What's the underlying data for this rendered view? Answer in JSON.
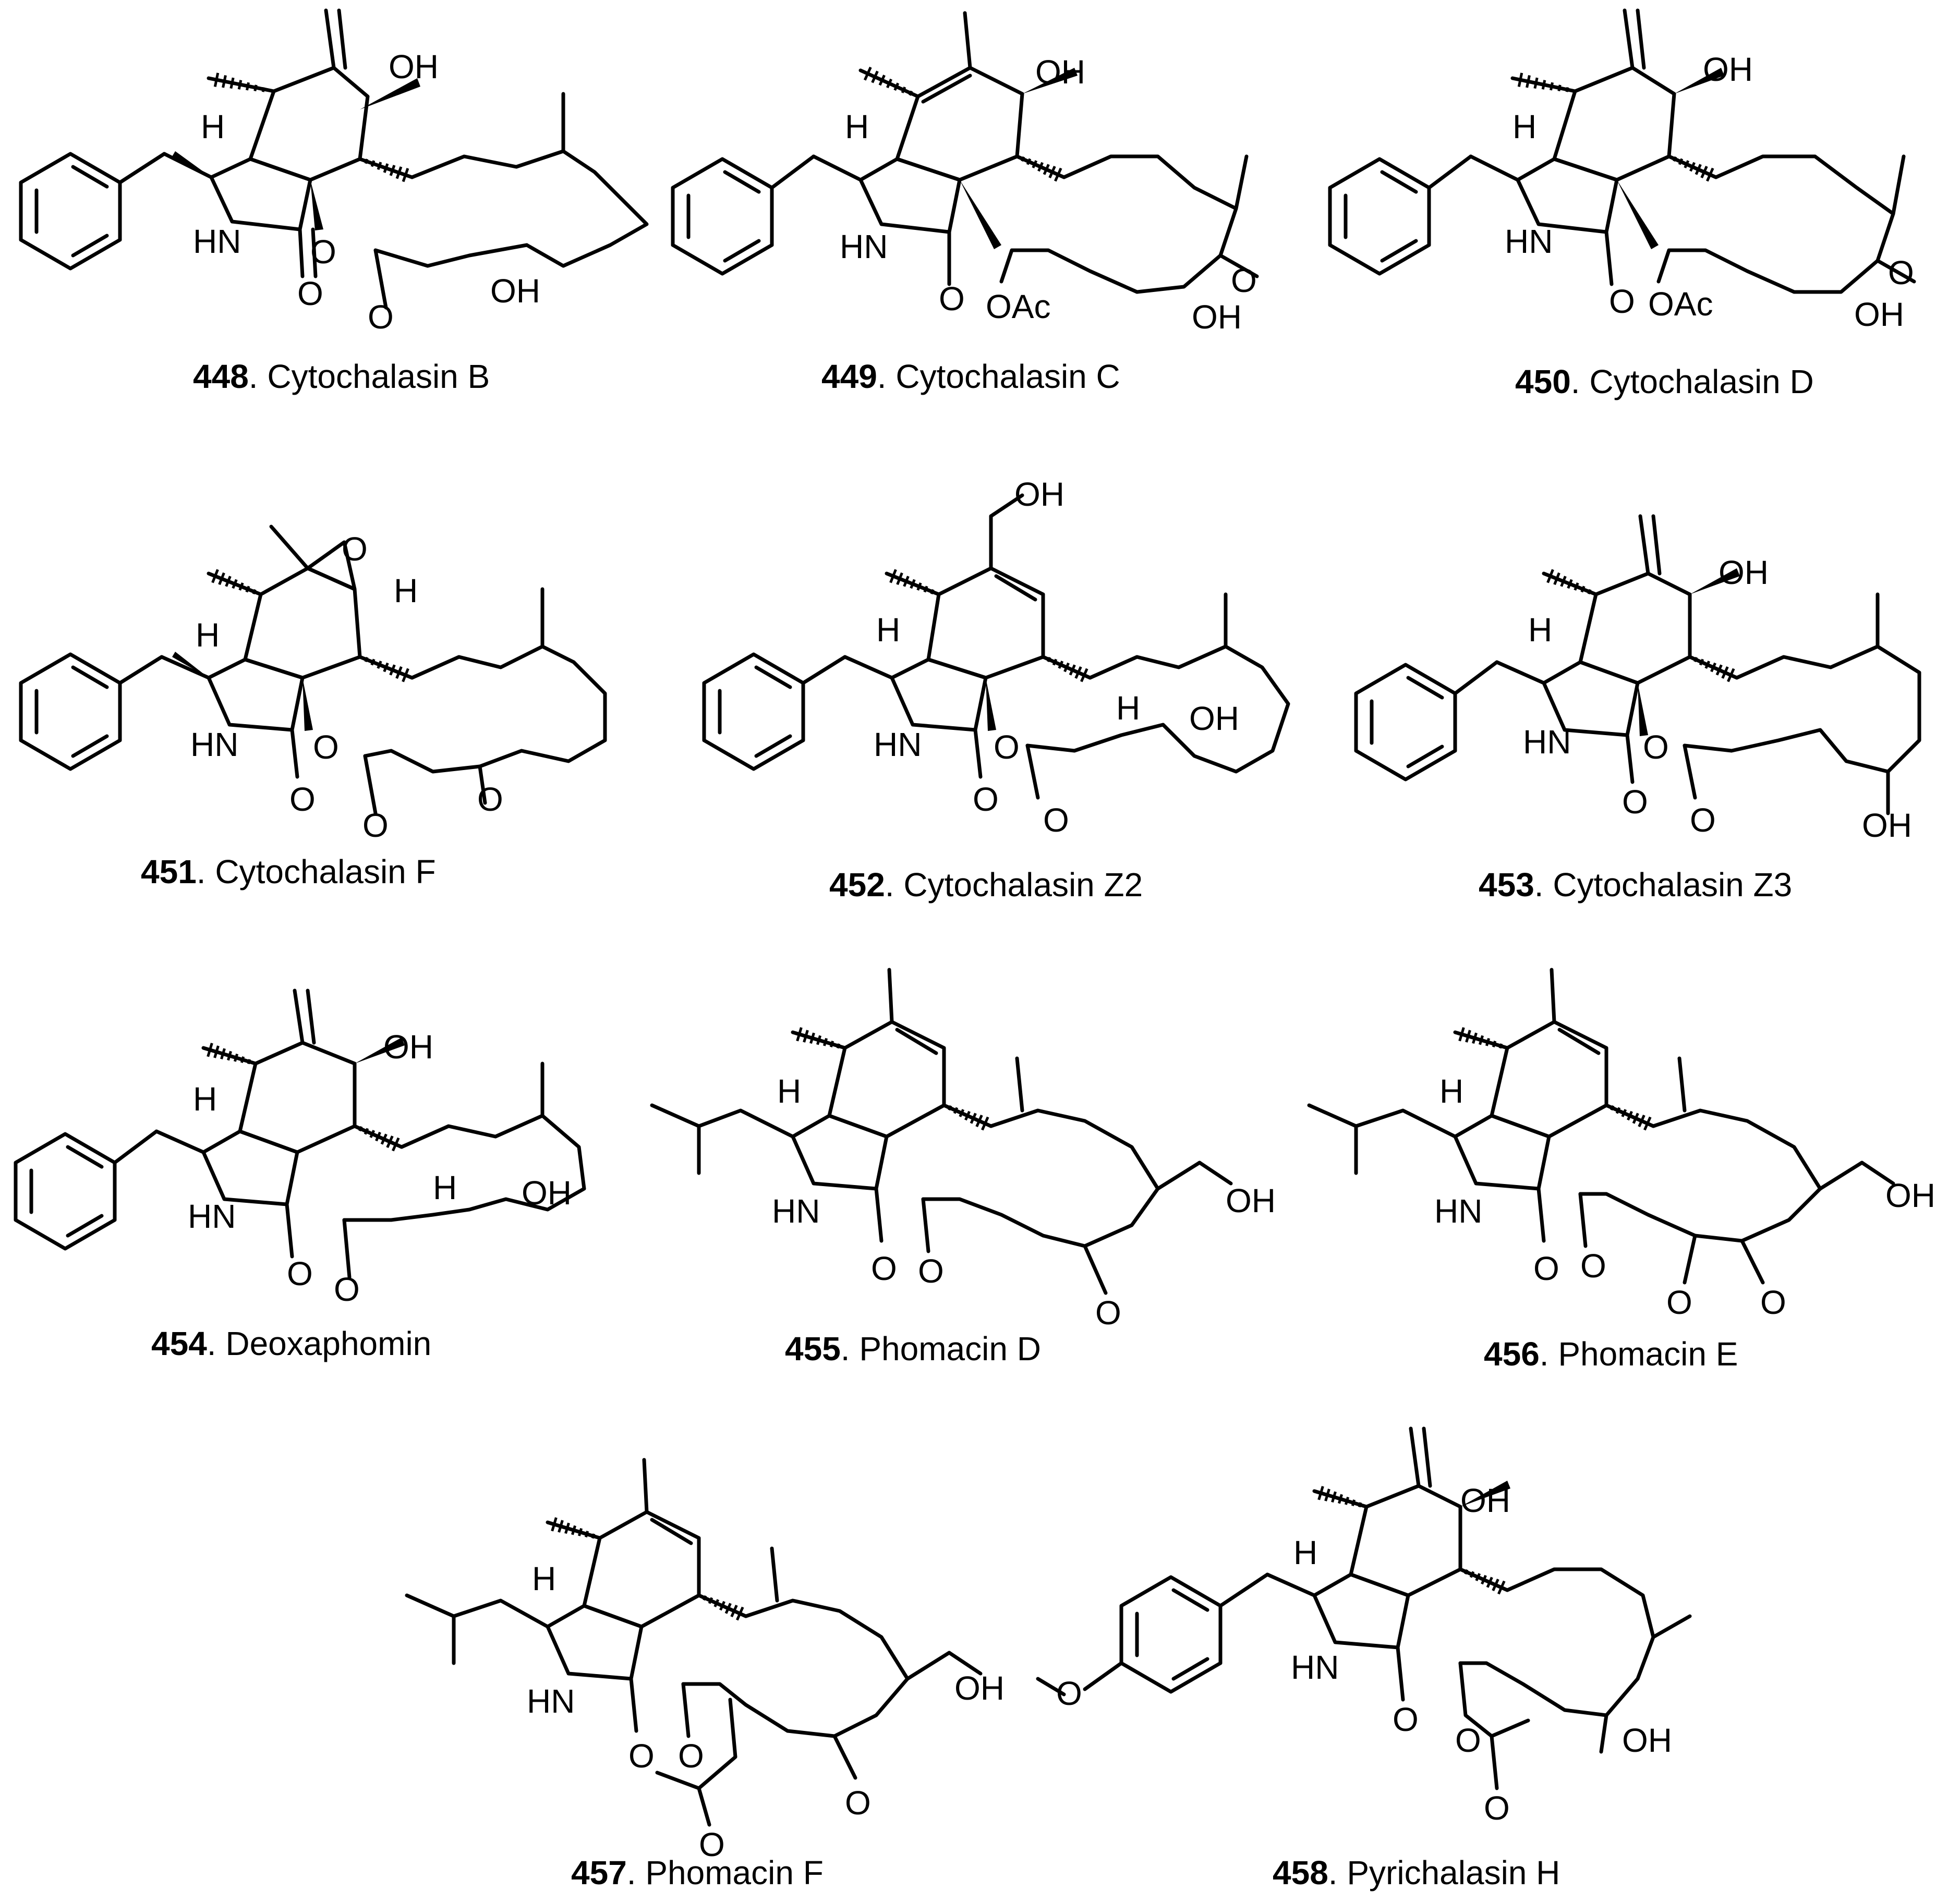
{
  "compounds": [
    {
      "id": "448",
      "name": "Cytochalasin B"
    },
    {
      "id": "449",
      "name": "Cytochalasin C"
    },
    {
      "id": "450",
      "name": "Cytochalasin D"
    },
    {
      "id": "451",
      "name": "Cytochalasin F"
    },
    {
      "id": "452",
      "name": "Cytochalasin Z2"
    },
    {
      "id": "453",
      "name": "Cytochalasin Z3"
    },
    {
      "id": "454",
      "name": "Deoxaphomin"
    },
    {
      "id": "455",
      "name": "Phomacin D"
    },
    {
      "id": "456",
      "name": "Phomacin E"
    },
    {
      "id": "457",
      "name": "Phomacin F"
    },
    {
      "id": "458",
      "name": "Pyrichalasin H"
    }
  ],
  "atom_labels": {
    "oh": "OH",
    "h": "H",
    "hn": "HN",
    "o": "O",
    "oac": "OAc"
  }
}
